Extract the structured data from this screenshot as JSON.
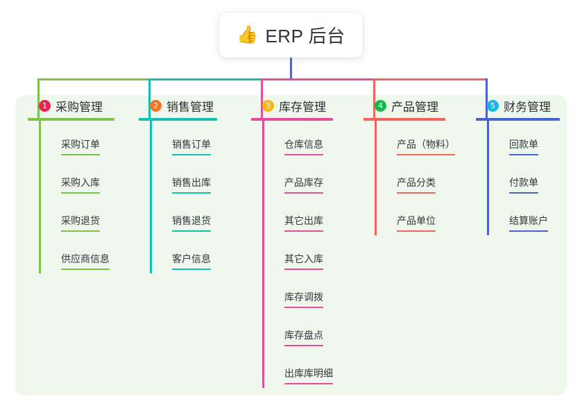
{
  "root": {
    "icon": "thumbs-up-icon",
    "emoji": "👍",
    "title": "ERP 后台",
    "connector_color": "#5661c8"
  },
  "panel": {
    "background_color": "#eff7ec"
  },
  "columns": [
    {
      "index": "1",
      "title": "采购管理",
      "badge_color": "#e8254f",
      "line_color": "#7ec14b",
      "items": [
        {
          "label": "采购订单"
        },
        {
          "label": "采购入库"
        },
        {
          "label": "采购退货"
        },
        {
          "label": "供应商信息"
        }
      ]
    },
    {
      "index": "2",
      "title": "销售管理",
      "badge_color": "#f4762a",
      "line_color": "#12bfb0",
      "items": [
        {
          "label": "销售订单"
        },
        {
          "label": "销售出库"
        },
        {
          "label": "销售退货"
        },
        {
          "label": "客户信息"
        }
      ]
    },
    {
      "index": "3",
      "title": "库存管理",
      "badge_color": "#f6b518",
      "line_color": "#e84b9c",
      "items": [
        {
          "label": "仓库信息"
        },
        {
          "label": "产品库存"
        },
        {
          "label": "其它出库"
        },
        {
          "label": "其它入库"
        },
        {
          "label": "库存调拨"
        },
        {
          "label": "库存盘点"
        },
        {
          "label": "出库库明细"
        }
      ]
    },
    {
      "index": "4",
      "title": "产品管理",
      "badge_color": "#14b84b",
      "line_color": "#f4625e",
      "items": [
        {
          "label": "产品（物料）"
        },
        {
          "label": "产品分类"
        },
        {
          "label": "产品单位"
        }
      ]
    },
    {
      "index": "5",
      "title": "财务管理",
      "badge_color": "#19b6e8",
      "line_color": "#4a63c8",
      "items": [
        {
          "label": "回款单"
        },
        {
          "label": "付款单"
        },
        {
          "label": "结算账户"
        }
      ]
    }
  ]
}
